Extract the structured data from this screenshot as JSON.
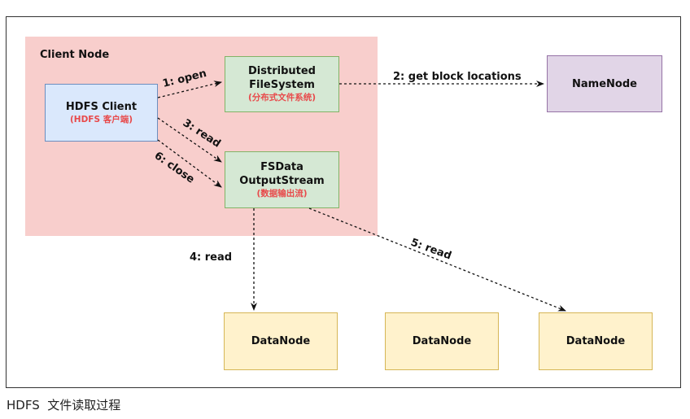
{
  "diagram": {
    "region": {
      "title": "Client Node"
    },
    "nodes": {
      "hdfs_client": {
        "title": "HDFS Client",
        "subtitle": "(HDFS 客户端)"
      },
      "distributed_fs": {
        "title_line1": "Distributed",
        "title_line2": "FileSystem",
        "subtitle": "(分布式文件系统)"
      },
      "fsdata": {
        "title_line1": "FSData",
        "title_line2": "OutputStream",
        "subtitle": "(数据输出流)"
      },
      "namenode": {
        "title": "NameNode"
      },
      "datanodes": [
        {
          "title": "DataNode"
        },
        {
          "title": "DataNode"
        },
        {
          "title": "DataNode"
        }
      ]
    },
    "edges": {
      "open": "1:  open",
      "get_block_locations": "2:  get block locations",
      "read_3": "3:  read",
      "read_4": "4:  read",
      "read_5": "5:  read",
      "close": "6:  close"
    },
    "colors": {
      "client_region": "#f8cecc",
      "client_node": "#dae8fc",
      "fs_nodes": "#d5e8d4",
      "namenode": "#e1d5e7",
      "datanode": "#fff2cc",
      "subtitle_text": "#e8494a"
    }
  },
  "caption": "HDFS  文件读取过程"
}
